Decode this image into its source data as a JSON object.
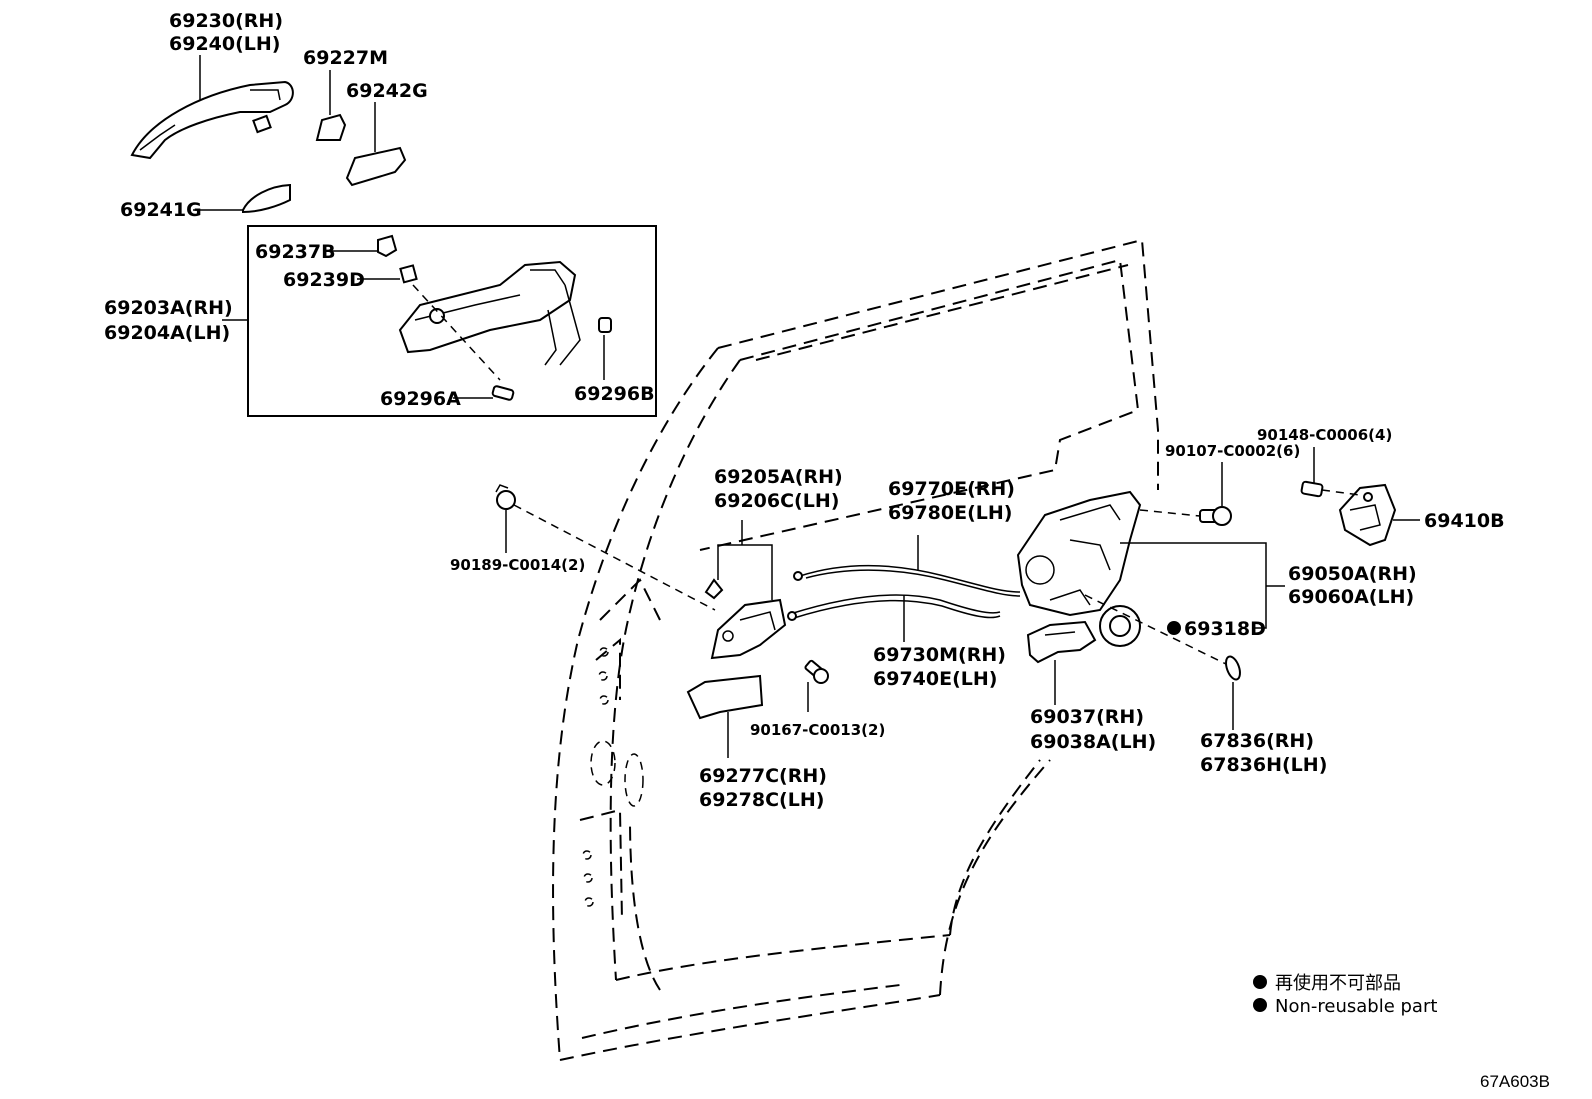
{
  "labels": {
    "p69230": "69230(RH)",
    "p69240": "69240(LH)",
    "p69227M": "69227M",
    "p69242G": "69242G",
    "p69241G": "69241G",
    "p69237B": "69237B",
    "p69239D": "69239D",
    "p69203A": "69203A(RH)",
    "p69204A": "69204A(LH)",
    "p69296A": "69296A",
    "p69296B": "69296B",
    "p90148": "90148-C0006(4)",
    "p90107": "90107-C0002(6)",
    "p69410B": "69410B",
    "p69205A": "69205A(RH)",
    "p69206C": "69206C(LH)",
    "p69770E": "69770E(RH)",
    "p69780E": "69780E(LH)",
    "p69050A": "69050A(RH)",
    "p69060A": "69060A(LH)",
    "p90189": "90189-C0014(2)",
    "p69318D": "69318D",
    "p69730M": "69730M(RH)",
    "p69740E": "69740E(LH)",
    "p90167": "90167-C0013(2)",
    "p69037": "69037(RH)",
    "p69038A": "69038A(LH)",
    "p67836": "67836(RH)",
    "p67836H": "67836H(LH)",
    "p69277C": "69277C(RH)",
    "p69278C": "69278C(LH)"
  },
  "legend": {
    "jp": "再使用不可部品",
    "en": "Non-reusable part"
  },
  "diagram_code": "67A603B",
  "colors": {
    "ink": "#000000",
    "background": "#ffffff"
  }
}
